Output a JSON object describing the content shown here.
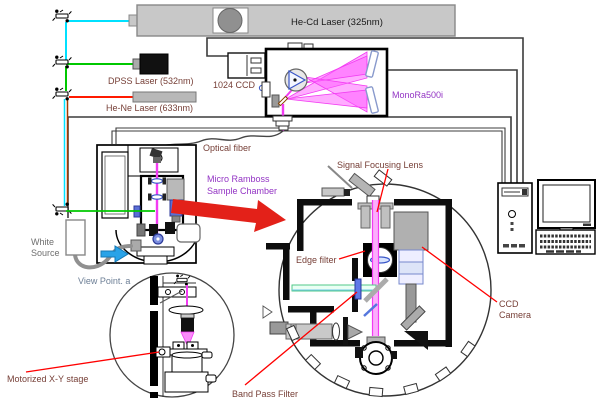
{
  "diagram": {
    "lasers": {
      "he_cd": {
        "label": "He-Cd Laser (325nm)"
      },
      "dpss": {
        "label": "DPSS Laser (532nm)"
      },
      "he_ne": {
        "label": "He-Ne Laser (633nm)"
      }
    },
    "spectrometer": {
      "ccd_label": "1024 CCD",
      "monochromator_label": "MonoRa500i"
    },
    "fiber_label": "Optical fiber",
    "chamber": {
      "label_line1": "Micro Ramboss",
      "label_line2": "Sample Chamber"
    },
    "white_source": {
      "label_line1": "White",
      "label_line2": "Source"
    },
    "view_point_label": "View Point. a",
    "stage_label": "Motorized X-Y stage",
    "detail": {
      "signal_lens_label": "Signal Focusing Lens",
      "edge_filter_label": "Edge filter",
      "band_pass_label": "Band Pass Filter",
      "ccd_camera_label_line1": "CCD",
      "ccd_camera_label_line2": "Camera"
    },
    "colors": {
      "uv_beam": "#00e1ff",
      "green_beam": "#00c800",
      "red_beam": "#ff1a00",
      "combined_red": "#a33a00",
      "raman_beam": "#f23bf2",
      "raman_fill": "#fcaefc",
      "label_maroon": "#774038",
      "label_purple": "#9334c4",
      "pointer_red": "#ff0000",
      "arrow_red": "#e32119",
      "arrow_blue": "#29a3e8"
    }
  }
}
